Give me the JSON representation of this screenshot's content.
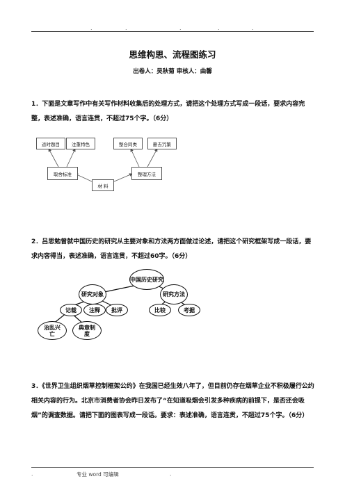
{
  "header": {
    "dots": [
      ".",
      ".",
      ".",
      ".",
      "."
    ]
  },
  "title": "思维构思、流程图练习",
  "author": "出卷人：吴秋菊      审核人：曲馨",
  "questions": [
    {
      "text": "1．下面是文章写作中有关写作材料收集后的处理方式，请把这个处理方式写成一段话，要求内容完整，表述准确，语言连贯，不超过75个字。（6分）"
    },
    {
      "text": "2．吕思勉曾就中国历史的研究从主要对象和方法两方面做过论述，请把这个研究框架写成一段话，要求内容得当，表述准确，语言连贯，不超过60字。（6分）"
    },
    {
      "text": "3．《世界卫生组织烟草控制框架公约》在我国已经生效八年了，但目前仍存在烟草企业不积极履行公约相关内容的行为。北京市消费者协会昨日发布了“在知道吸烟会引发多种疾病的前提下，是否还会吸烟”的调查数据。请把下面的图表写成一段话。要求：表述准确，语言连贯，不超过75个字。（6分）"
    }
  ],
  "figure1": {
    "boxes": [
      "适时题目",
      "注重特色",
      "整合同类",
      "删去冗繁",
      "取舍标准",
      "材  料",
      "整理方法"
    ]
  },
  "figure2": {
    "root": "中国历史研究",
    "objects": "研究对象",
    "methods": "研究方法",
    "leaves_obj": [
      "记载",
      "注释",
      "批评"
    ],
    "leaves_meth": [
      "比较",
      "考据"
    ],
    "sub": [
      "治乱兴亡",
      "典章制度"
    ]
  },
  "footer": {
    "left": ".",
    "center": "专业 word 可编辑",
    "right": "."
  }
}
